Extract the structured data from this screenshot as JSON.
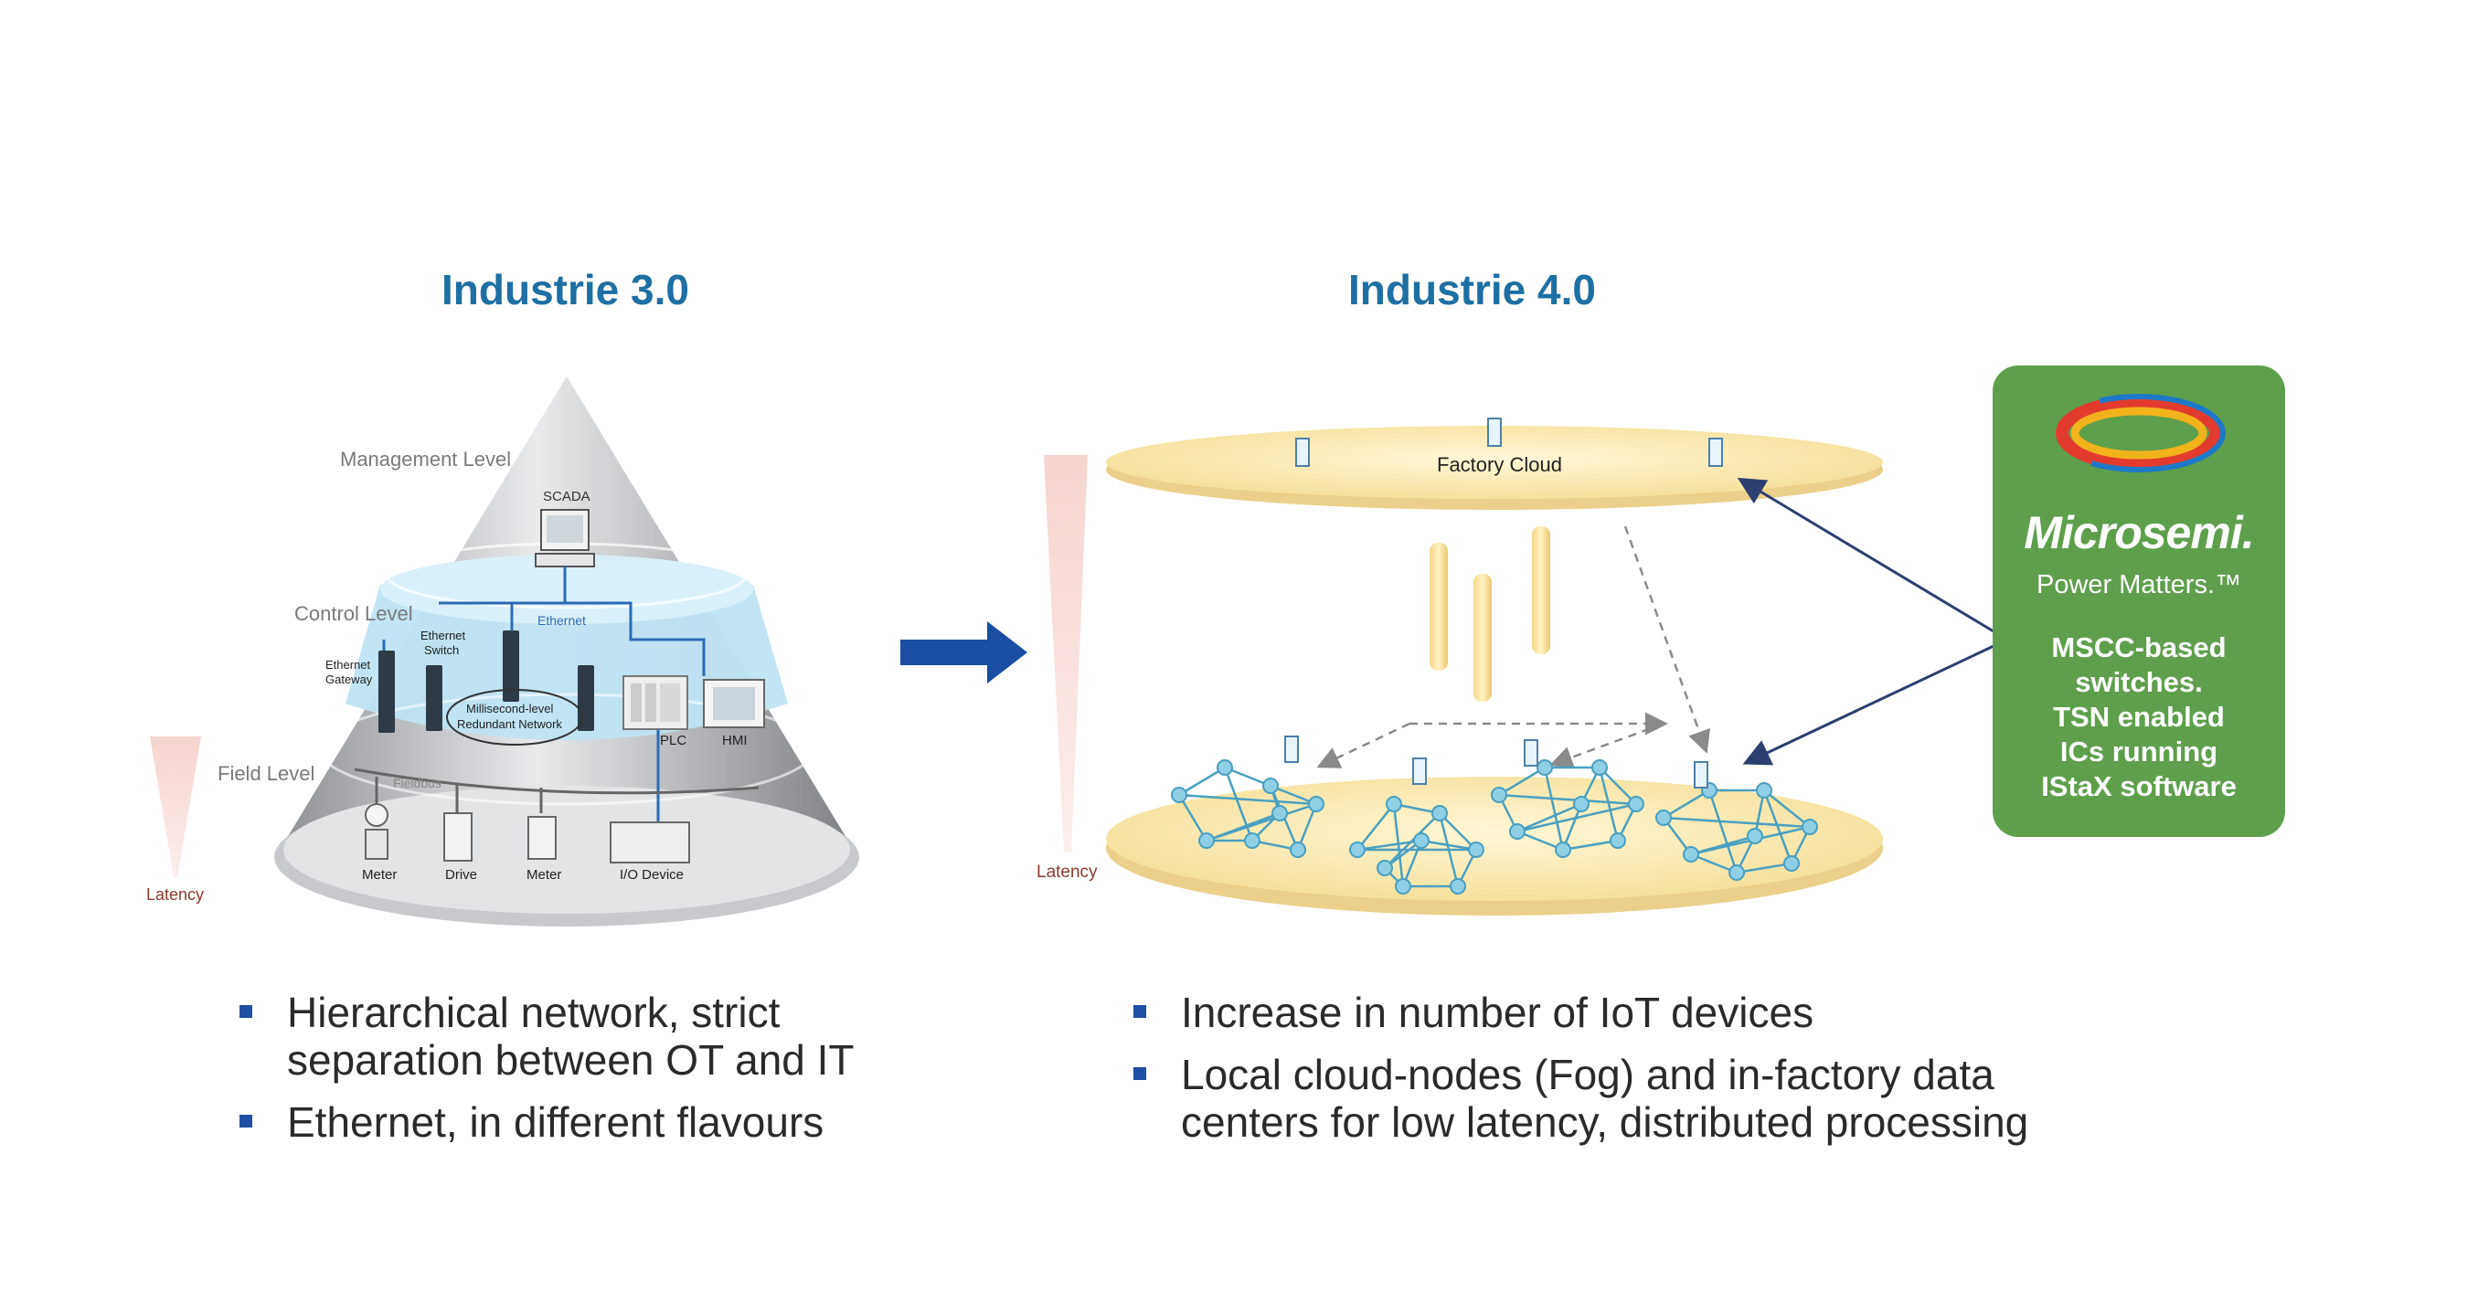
{
  "left": {
    "title": "Industrie 3.0",
    "levels": {
      "management": "Management Level",
      "control": "Control Level",
      "field": "Field Level"
    },
    "labels": {
      "scada": "SCADA",
      "ethernet": "Ethernet",
      "ethernet_switch_1": "Ethernet",
      "ethernet_switch_2": "Switch",
      "ethernet_gateway_1": "Ethernet",
      "ethernet_gateway_2": "Gateway",
      "network_1": "Millisecond-level",
      "network_2": "Redundant Network",
      "plc": "PLC",
      "hmi": "HMI",
      "fieldbus": "Fieldbus",
      "meter1": "Meter",
      "drive": "Drive",
      "meter2": "Meter",
      "io_device": "I/O Device"
    },
    "latency": "Latency",
    "bullets": [
      [
        "Hierarchical network, strict",
        "separation between OT and IT"
      ],
      [
        "Ethernet, in different flavours"
      ]
    ]
  },
  "right": {
    "title": "Industrie 4.0",
    "factory_cloud": "Factory Cloud",
    "latency": "Latency",
    "bullets": [
      [
        "Increase in number of IoT devices"
      ],
      [
        "Local cloud-nodes (Fog) and in-factory data",
        "centers for low latency, distributed processing"
      ]
    ]
  },
  "logo": {
    "brand": "Microsemi.",
    "tagline": "Power Matters.™",
    "description": [
      "MSCC-based",
      "switches.",
      "TSN enabled",
      "ICs running",
      "IStaX software"
    ],
    "color": "#5e9f4b"
  },
  "colors": {
    "title": "#1e6fa3",
    "bullet": "#1f4fa3",
    "arrow": "#1a4ea0"
  }
}
